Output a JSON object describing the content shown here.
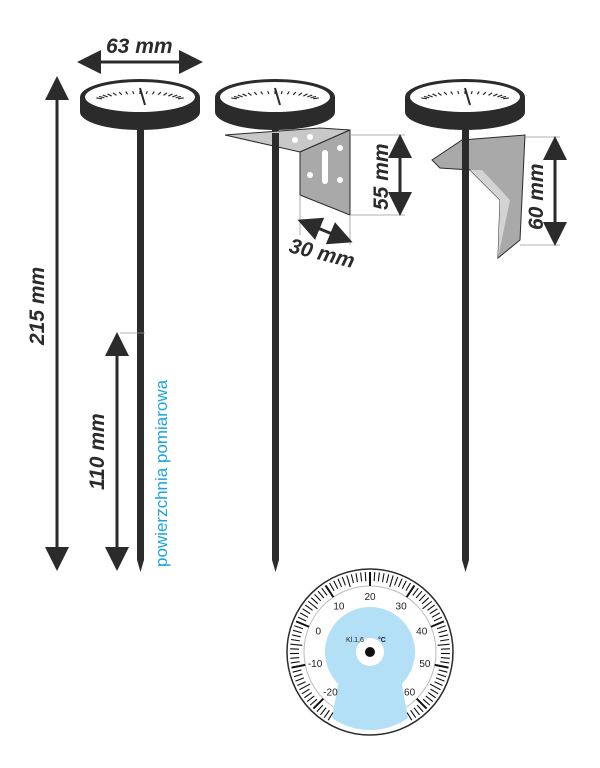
{
  "dimensions": {
    "dial_diameter": "63 mm",
    "total_length": "215 mm",
    "immersion_length": "110 mm",
    "bracket_height": "55 mm",
    "bracket_depth": "30 mm",
    "clip_height": "60 mm"
  },
  "measuring_surface_label": "powierzchnia pomiarowa",
  "dial": {
    "class_label": "Kl.1,6",
    "unit": "°C",
    "scale_min": -20,
    "scale_max": 60,
    "labels": [
      "-20",
      "-10",
      "0",
      "10",
      "20",
      "30",
      "40",
      "50",
      "60"
    ]
  },
  "colors": {
    "dark": "#2b2b2b",
    "accent": "#1aa3e0",
    "dial_face": "#b3e0f7",
    "bracket": "#a9a9a9"
  }
}
